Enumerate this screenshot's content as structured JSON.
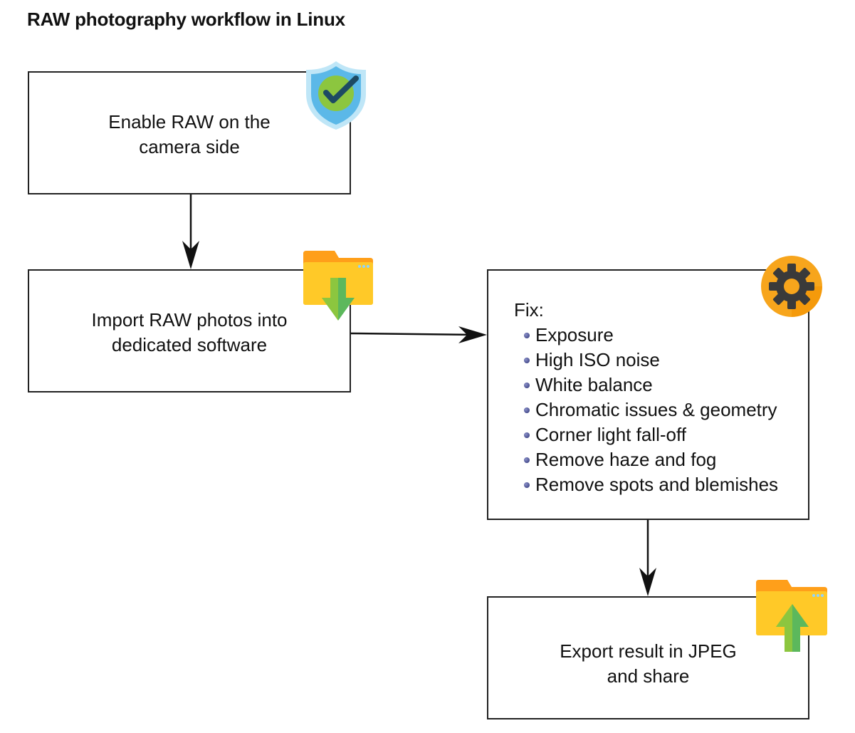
{
  "title": "RAW photography workflow in Linux",
  "steps": {
    "enable_raw": "Enable RAW on the\ncamera side",
    "import_raw": "Import RAW photos into\ndedicated software",
    "fix": {
      "heading": "Fix:",
      "items": [
        "Exposure",
        "High ISO noise",
        "White balance",
        "Chromatic issues & geometry",
        "Corner light fall-off",
        "Remove haze and fog",
        "Remove spots and blemishes"
      ]
    },
    "export": "Export result in JPEG\nand share"
  },
  "icons": {
    "enable_raw": "shield-check-icon",
    "import_raw": "folder-download-icon",
    "fix": "gear-icon",
    "export": "folder-upload-icon"
  },
  "colors": {
    "box_border": "#222222",
    "arrow": "#111111",
    "shield_blue": "#5bb8e8",
    "check_green": "#8cc63f",
    "folder_yellow": "#ffc928",
    "gear_orange": "#f7a51c",
    "gear_dark": "#3a3a3a"
  }
}
